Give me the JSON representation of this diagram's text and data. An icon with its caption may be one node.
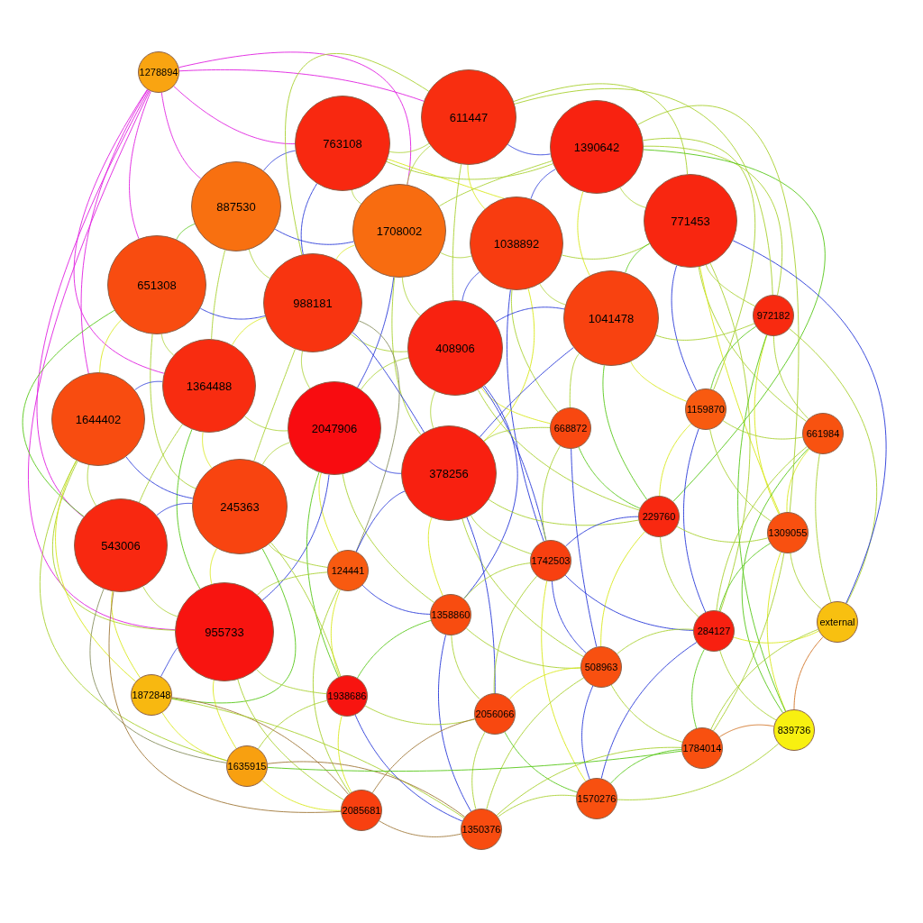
{
  "diagram": {
    "nodes": [
      {
        "text": [
          "1278894"
        ]
      },
      {
        "text": [
          "763108"
        ]
      },
      {
        "text": [
          "611447"
        ]
      },
      {
        "text": [
          "1390642"
        ]
      },
      {
        "text": [
          "887530"
        ]
      },
      {
        "text": [
          "1708002"
        ]
      },
      {
        "text": [
          "1038892"
        ]
      },
      {
        "text": [
          "771453"
        ]
      },
      {
        "text": [
          "651308"
        ]
      },
      {
        "text": [
          "988181"
        ]
      },
      {
        "text": [
          "1041478"
        ]
      },
      {
        "text": [
          "408906"
        ]
      },
      {
        "text": [
          "972182"
        ]
      },
      {
        "text": [
          "1364488"
        ]
      },
      {
        "text": [
          "1644402"
        ]
      },
      {
        "text": [
          "2047906"
        ]
      },
      {
        "text": [
          "1159870"
        ]
      },
      {
        "text": [
          "668872"
        ]
      },
      {
        "text": [
          "661984"
        ]
      },
      {
        "text": [
          "378256"
        ]
      },
      {
        "text": [
          "245363"
        ]
      },
      {
        "text": [
          "543006"
        ]
      },
      {
        "text": [
          "229760"
        ]
      },
      {
        "text": [
          "1309055"
        ]
      },
      {
        "text": [
          "124441"
        ]
      },
      {
        "text": [
          "1742503"
        ]
      },
      {
        "text": [
          "1358860"
        ]
      },
      {
        "text": [
          "284127"
        ]
      },
      {
        "text": [
          "external"
        ]
      },
      {
        "text": [
          "955733"
        ]
      },
      {
        "text": [
          "508963"
        ]
      },
      {
        "text": [
          "1872848"
        ]
      },
      {
        "text": [
          "1938686"
        ]
      },
      {
        "text": [
          "2056066"
        ]
      },
      {
        "text": [
          "839736"
        ]
      },
      {
        "text": [
          "1784014"
        ]
      },
      {
        "text": [
          "1635915"
        ]
      },
      {
        "text": [
          "1570276"
        ]
      },
      {
        "text": [
          "2085681"
        ]
      },
      {
        "text": [
          "1350376"
        ]
      }
    ],
    "edges": [
      {
        "from": 0,
        "to": 1,
        "arrow": "none",
        "color": "#e020e0"
      },
      {
        "from": 0,
        "to": 4,
        "arrow": "none",
        "color": "#e020e0"
      },
      {
        "from": 0,
        "to": 8,
        "arrow": "none",
        "color": "#e020e0"
      },
      {
        "from": 0,
        "to": 14,
        "arrow": "none",
        "color": "#e020e0"
      },
      {
        "from": 0,
        "to": 21,
        "arrow": "none",
        "color": "#e020e0"
      },
      {
        "from": 0,
        "to": 13,
        "arrow": "none",
        "color": "#e020e0"
      },
      {
        "from": 0,
        "to": 5,
        "arrow": "none",
        "color": "#e020e0"
      },
      {
        "from": 0,
        "to": 2,
        "arrow": "none",
        "color": "#e020e0"
      },
      {
        "from": 0,
        "to": 29,
        "arrow": "none",
        "color": "#e020e0"
      },
      {
        "from": 1,
        "to": 2,
        "arrow": "none"
      },
      {
        "from": 1,
        "to": 4,
        "arrow": "none",
        "color": "#2838d8"
      },
      {
        "from": 1,
        "to": 5,
        "arrow": "none"
      },
      {
        "from": 1,
        "to": 9,
        "arrow": "none",
        "color": "#2838d8"
      },
      {
        "from": 1,
        "to": 6,
        "arrow": "none",
        "color": "#d8e818"
      },
      {
        "from": 1,
        "to": 3,
        "arrow": "none"
      },
      {
        "from": 2,
        "to": 3,
        "arrow": "none",
        "color": "#2838d8"
      },
      {
        "from": 2,
        "to": 5,
        "arrow": "none"
      },
      {
        "from": 2,
        "to": 6,
        "arrow": "none",
        "color": "#d8e818"
      },
      {
        "from": 2,
        "to": 7,
        "arrow": "none"
      },
      {
        "from": 2,
        "to": 11,
        "arrow": "none"
      },
      {
        "from": 2,
        "to": 9,
        "arrow": "none"
      },
      {
        "from": 3,
        "to": 6,
        "arrow": "none",
        "color": "#2838d8"
      },
      {
        "from": 3,
        "to": 7,
        "arrow": "none"
      },
      {
        "from": 3,
        "to": 10,
        "arrow": "none",
        "color": "#d8e818"
      },
      {
        "from": 3,
        "to": 12,
        "arrow": "none"
      },
      {
        "from": 3,
        "to": 16,
        "arrow": "none"
      },
      {
        "from": 3,
        "to": 22,
        "arrow": "none",
        "color": "#58c818"
      },
      {
        "from": 3,
        "to": 5,
        "arrow": "none"
      },
      {
        "from": 4,
        "to": 8,
        "arrow": "none",
        "color": "#58c818"
      },
      {
        "from": 4,
        "to": 9,
        "arrow": "none"
      },
      {
        "from": 4,
        "to": 5,
        "arrow": "none",
        "color": "#2838d8"
      },
      {
        "from": 4,
        "to": 13,
        "arrow": "none"
      },
      {
        "from": 5,
        "to": 6,
        "arrow": "none"
      },
      {
        "from": 5,
        "to": 9,
        "arrow": "none",
        "color": "#d8e818"
      },
      {
        "from": 5,
        "to": 11,
        "arrow": "none"
      },
      {
        "from": 5,
        "to": 15,
        "arrow": "none",
        "color": "#2838d8"
      },
      {
        "from": 5,
        "to": 19,
        "arrow": "none"
      },
      {
        "from": 6,
        "to": 10,
        "arrow": "none"
      },
      {
        "from": 6,
        "to": 11,
        "arrow": "none",
        "color": "#2838d8"
      },
      {
        "from": 6,
        "to": 17,
        "arrow": "none"
      },
      {
        "from": 6,
        "to": 19,
        "arrow": "none",
        "color": "#d8e818"
      },
      {
        "from": 6,
        "to": 25,
        "arrow": "none",
        "color": "#2838d8"
      },
      {
        "from": 6,
        "to": 7,
        "arrow": "none"
      },
      {
        "from": 7,
        "to": 10,
        "arrow": "none",
        "color": "#58c818"
      },
      {
        "from": 7,
        "to": 12,
        "arrow": "none"
      },
      {
        "from": 7,
        "to": 16,
        "arrow": "none",
        "color": "#2838d8"
      },
      {
        "from": 7,
        "to": 18,
        "arrow": "none"
      },
      {
        "from": 7,
        "to": 23,
        "arrow": "none",
        "color": "#d8e818"
      },
      {
        "from": 7,
        "to": 27,
        "arrow": "none"
      },
      {
        "from": 8,
        "to": 9,
        "arrow": "none",
        "color": "#2838d8"
      },
      {
        "from": 8,
        "to": 13,
        "arrow": "none"
      },
      {
        "from": 8,
        "to": 14,
        "arrow": "none",
        "color": "#d8e818"
      },
      {
        "from": 8,
        "to": 20,
        "arrow": "none"
      },
      {
        "from": 8,
        "to": 21,
        "arrow": "none",
        "color": "#58c818"
      },
      {
        "from": 9,
        "to": 11,
        "arrow": "none"
      },
      {
        "from": 9,
        "to": 13,
        "arrow": "none",
        "color": "#d8e818"
      },
      {
        "from": 9,
        "to": 15,
        "arrow": "none"
      },
      {
        "from": 9,
        "to": 19,
        "arrow": "none",
        "color": "#2838d8"
      },
      {
        "from": 9,
        "to": 20,
        "arrow": "none"
      },
      {
        "from": 9,
        "to": 24,
        "arrow": "none",
        "color": "#889060"
      },
      {
        "from": 10,
        "to": 11,
        "arrow": "none",
        "color": "#2838d8"
      },
      {
        "from": 10,
        "to": 12,
        "arrow": "none"
      },
      {
        "from": 10,
        "to": 16,
        "arrow": "none",
        "color": "#d8e818"
      },
      {
        "from": 10,
        "to": 17,
        "arrow": "none"
      },
      {
        "from": 10,
        "to": 22,
        "arrow": "none",
        "color": "#58c818"
      },
      {
        "from": 10,
        "to": 19,
        "arrow": "none",
        "color": "#2838d8"
      },
      {
        "from": 11,
        "to": 15,
        "arrow": "none"
      },
      {
        "from": 11,
        "to": 17,
        "arrow": "none",
        "color": "#d8e818"
      },
      {
        "from": 11,
        "to": 19,
        "arrow": "none"
      },
      {
        "from": 11,
        "to": 25,
        "arrow": "none",
        "color": "#2838d8"
      },
      {
        "from": 11,
        "to": 26,
        "arrow": "none",
        "color": "#2838d8"
      },
      {
        "from": 11,
        "to": 22,
        "arrow": "none"
      },
      {
        "from": 12,
        "to": 16,
        "arrow": "none",
        "color": "#58c818"
      },
      {
        "from": 12,
        "to": 18,
        "arrow": "none"
      },
      {
        "from": 12,
        "to": 23,
        "arrow": "none",
        "color": "#d8e818"
      },
      {
        "from": 12,
        "to": 28,
        "arrow": "none"
      },
      {
        "from": 13,
        "to": 14,
        "arrow": "none",
        "color": "#2838d8"
      },
      {
        "from": 13,
        "to": 15,
        "arrow": "none"
      },
      {
        "from": 13,
        "to": 20,
        "arrow": "none",
        "color": "#d8e818"
      },
      {
        "from": 13,
        "to": 21,
        "arrow": "none"
      },
      {
        "from": 13,
        "to": 29,
        "arrow": "none",
        "color": "#58c818"
      },
      {
        "from": 14,
        "to": 21,
        "arrow": "none"
      },
      {
        "from": 14,
        "to": 20,
        "arrow": "none",
        "color": "#2838d8"
      },
      {
        "from": 14,
        "to": 29,
        "arrow": "none"
      },
      {
        "from": 14,
        "to": 31,
        "arrow": "none",
        "color": "#d8e818"
      },
      {
        "from": 15,
        "to": 19,
        "arrow": "none",
        "color": "#2838d8"
      },
      {
        "from": 15,
        "to": 20,
        "arrow": "none"
      },
      {
        "from": 15,
        "to": 24,
        "arrow": "none",
        "color": "#d8e818"
      },
      {
        "from": 15,
        "to": 26,
        "arrow": "none"
      },
      {
        "from": 15,
        "to": 29,
        "arrow": "none",
        "color": "#2838d8"
      },
      {
        "from": 15,
        "to": 32,
        "arrow": "none",
        "color": "#58c818"
      },
      {
        "from": 16,
        "to": 18,
        "arrow": "none"
      },
      {
        "from": 16,
        "to": 22,
        "arrow": "none",
        "color": "#d8e818"
      },
      {
        "from": 16,
        "to": 23,
        "arrow": "none"
      },
      {
        "from": 16,
        "to": 27,
        "arrow": "none",
        "color": "#2838d8"
      },
      {
        "from": 17,
        "to": 19,
        "arrow": "none"
      },
      {
        "from": 17,
        "to": 22,
        "arrow": "none",
        "color": "#58c818"
      },
      {
        "from": 17,
        "to": 25,
        "arrow": "none"
      },
      {
        "from": 17,
        "to": 30,
        "arrow": "none",
        "color": "#2838d8"
      },
      {
        "from": 18,
        "to": 23,
        "arrow": "none",
        "color": "#d8e818"
      },
      {
        "from": 18,
        "to": 28,
        "arrow": "none"
      },
      {
        "from": 18,
        "to": 34,
        "arrow": "none",
        "color": "#58c818"
      },
      {
        "from": 18,
        "to": 27,
        "arrow": "none"
      },
      {
        "from": 19,
        "to": 24,
        "arrow": "none",
        "color": "#2838d8"
      },
      {
        "from": 19,
        "to": 25,
        "arrow": "none"
      },
      {
        "from": 19,
        "to": 26,
        "arrow": "none",
        "color": "#d8e818"
      },
      {
        "from": 19,
        "to": 30,
        "arrow": "none"
      },
      {
        "from": 19,
        "to": 33,
        "arrow": "none",
        "color": "#2838d8"
      },
      {
        "from": 19,
        "to": 22,
        "arrow": "none"
      },
      {
        "from": 20,
        "to": 21,
        "arrow": "none",
        "color": "#2838d8"
      },
      {
        "from": 20,
        "to": 24,
        "arrow": "none"
      },
      {
        "from": 20,
        "to": 29,
        "arrow": "none",
        "color": "#d8e818"
      },
      {
        "from": 20,
        "to": 32,
        "arrow": "none"
      },
      {
        "from": 20,
        "to": 31,
        "arrow": "none",
        "color": "#58c818"
      },
      {
        "from": 21,
        "to": 29,
        "arrow": "none"
      },
      {
        "from": 21,
        "to": 31,
        "arrow": "none",
        "color": "#d8e818"
      },
      {
        "from": 21,
        "to": 36,
        "arrow": "none",
        "color": "#889060"
      },
      {
        "from": 22,
        "to": 23,
        "arrow": "none"
      },
      {
        "from": 22,
        "to": 25,
        "arrow": "none",
        "color": "#2838d8"
      },
      {
        "from": 22,
        "to": 27,
        "arrow": "none"
      },
      {
        "from": 22,
        "to": 30,
        "arrow": "none",
        "color": "#d8e818"
      },
      {
        "from": 23,
        "to": 27,
        "arrow": "none",
        "color": "#58c818"
      },
      {
        "from": 23,
        "to": 28,
        "arrow": "none"
      },
      {
        "from": 23,
        "to": 34,
        "arrow": "none",
        "color": "#d8e818"
      },
      {
        "from": 23,
        "to": 35,
        "arrow": "none"
      },
      {
        "from": 24,
        "to": 26,
        "arrow": "none",
        "color": "#2838d8"
      },
      {
        "from": 24,
        "to": 29,
        "arrow": "none"
      },
      {
        "from": 24,
        "to": 32,
        "arrow": "none",
        "color": "#d8e818"
      },
      {
        "from": 24,
        "to": 38,
        "arrow": "none"
      },
      {
        "from": 25,
        "to": 26,
        "arrow": "none"
      },
      {
        "from": 25,
        "to": 27,
        "arrow": "none",
        "color": "#2838d8"
      },
      {
        "from": 25,
        "to": 30,
        "arrow": "none",
        "color": "#2838d8"
      },
      {
        "from": 25,
        "to": 33,
        "arrow": "none"
      },
      {
        "from": 25,
        "to": 37,
        "arrow": "none",
        "color": "#d8e818"
      },
      {
        "from": 26,
        "to": 30,
        "arrow": "none"
      },
      {
        "from": 26,
        "to": 32,
        "arrow": "none",
        "color": "#58c818"
      },
      {
        "from": 26,
        "to": 33,
        "arrow": "none"
      },
      {
        "from": 26,
        "to": 39,
        "arrow": "none",
        "color": "#2838d8"
      },
      {
        "from": 27,
        "to": 28,
        "arrow": "none",
        "color": "#d8e818"
      },
      {
        "from": 27,
        "to": 30,
        "arrow": "none"
      },
      {
        "from": 27,
        "to": 35,
        "arrow": "none",
        "color": "#58c818"
      },
      {
        "from": 27,
        "to": 34,
        "arrow": "none"
      },
      {
        "from": 27,
        "to": 37,
        "arrow": "none",
        "color": "#2838d8"
      },
      {
        "from": 28,
        "to": 34,
        "arrow": "none",
        "color": "#d07020"
      },
      {
        "from": 28,
        "to": 35,
        "arrow": "none"
      },
      {
        "from": 29,
        "to": 31,
        "arrow": "none",
        "color": "#2838d8"
      },
      {
        "from": 29,
        "to": 32,
        "arrow": "none"
      },
      {
        "from": 29,
        "to": 36,
        "arrow": "none",
        "color": "#d8e818"
      },
      {
        "from": 29,
        "to": 38,
        "arrow": "none"
      },
      {
        "from": 30,
        "to": 33,
        "arrow": "none",
        "color": "#d8e818"
      },
      {
        "from": 30,
        "to": 35,
        "arrow": "none"
      },
      {
        "from": 30,
        "to": 37,
        "arrow": "none",
        "color": "#2838d8"
      },
      {
        "from": 30,
        "to": 39,
        "arrow": "none"
      },
      {
        "from": 31,
        "to": 36,
        "arrow": "none",
        "color": "#d8e818"
      },
      {
        "from": 31,
        "to": 38,
        "arrow": "none",
        "color": "#a07838"
      },
      {
        "from": 31,
        "to": 39,
        "arrow": "none"
      },
      {
        "from": 32,
        "to": 33,
        "arrow": "none"
      },
      {
        "from": 32,
        "to": 38,
        "arrow": "none",
        "color": "#d8e818"
      },
      {
        "from": 32,
        "to": 39,
        "arrow": "none",
        "color": "#2838d8"
      },
      {
        "from": 32,
        "to": 36,
        "arrow": "none"
      },
      {
        "from": 33,
        "to": 37,
        "arrow": "none",
        "color": "#58c818"
      },
      {
        "from": 33,
        "to": 39,
        "arrow": "none"
      },
      {
        "from": 33,
        "to": 38,
        "arrow": "none",
        "color": "#a07838"
      },
      {
        "from": 34,
        "to": 35,
        "arrow": "none",
        "color": "#d07020"
      },
      {
        "from": 34,
        "to": 37,
        "arrow": "none"
      },
      {
        "from": 35,
        "to": 37,
        "arrow": "none",
        "color": "#58c818"
      },
      {
        "from": 35,
        "to": 39,
        "arrow": "none"
      },
      {
        "from": 36,
        "to": 38,
        "arrow": "none",
        "color": "#d8e818"
      },
      {
        "from": 36,
        "to": 39,
        "arrow": "none",
        "color": "#a07838"
      },
      {
        "from": 37,
        "to": 39,
        "arrow": "none"
      },
      {
        "from": 38,
        "to": 39,
        "arrow": "none",
        "color": "#a07838"
      },
      {
        "from": 36,
        "to": 35,
        "arrow": "none",
        "color": "#58c818"
      },
      {
        "from": 14,
        "to": 36,
        "arrow": "none"
      },
      {
        "from": 21,
        "to": 38,
        "arrow": "none",
        "color": "#a07838"
      },
      {
        "from": 12,
        "to": 34,
        "arrow": "none",
        "color": "#58c818"
      },
      {
        "from": 3,
        "to": 23,
        "arrow": "none"
      },
      {
        "from": 7,
        "to": 28,
        "arrow": "none",
        "color": "#2838d8"
      },
      {
        "from": 2,
        "to": 12,
        "arrow": "none"
      }
    ]
  }
}
